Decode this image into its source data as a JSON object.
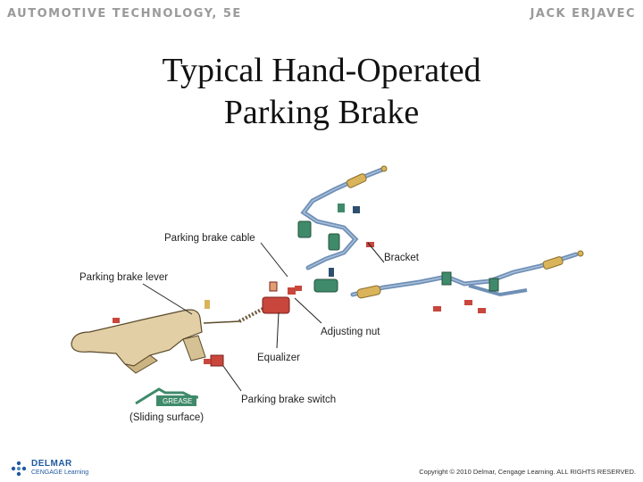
{
  "header": {
    "book_title": "AUTOMOTIVE TECHNOLOGY, 5E",
    "author": "JACK ERJAVEC"
  },
  "title": {
    "line1": "Typical Hand-Operated",
    "line2": "Parking Brake"
  },
  "labels": {
    "cable": "Parking brake cable",
    "bracket": "Bracket",
    "lever": "Parking brake lever",
    "adjusting_nut": "Adjusting nut",
    "equalizer": "Equalizer",
    "switch": "Parking brake switch",
    "grease": "GREASE",
    "sliding_surface": "(Sliding surface)"
  },
  "footer": {
    "logo_line1": "DELMAR",
    "logo_line2": "CENGAGE Learning",
    "copyright": "Copyright © 2010 Delmar, Cengage Learning. ALL RIGHTS RESERVED."
  },
  "colors": {
    "cable_blue": "#6f8fb6",
    "part_green": "#3f8a6a",
    "lever_tan": "#e3cfa6",
    "spring_gold": "#d9b45a",
    "part_red": "#c8463c"
  }
}
